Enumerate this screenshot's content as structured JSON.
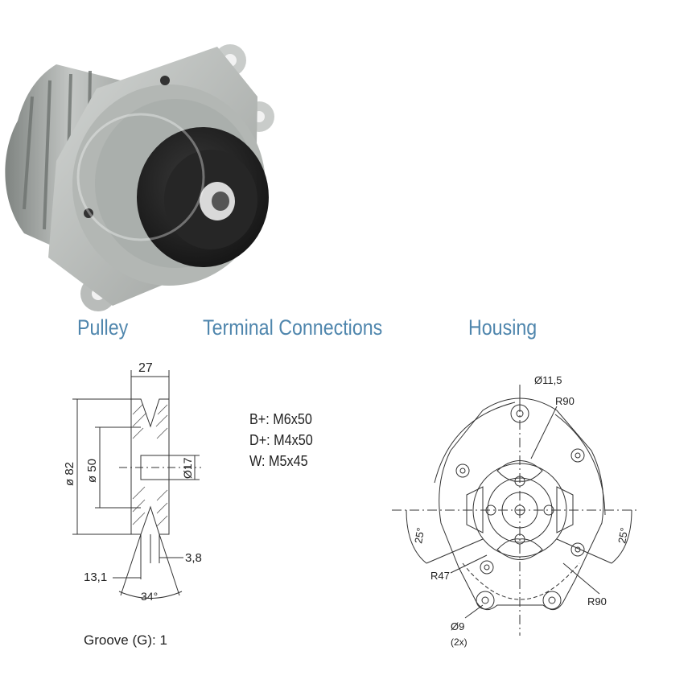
{
  "headings": {
    "pulley": "Pulley",
    "terminal": "Terminal Connections",
    "housing": "Housing"
  },
  "terminals": [
    {
      "label": "B+: M6x50"
    },
    {
      "label": "D+: M4x50"
    },
    {
      "label": "W: M5x45"
    }
  ],
  "pulley_dims": {
    "width": "27",
    "outer_diameter": "ø 82",
    "inner_diameter": "ø 50",
    "bore": "Ø17",
    "offset": "13,1",
    "groove_width": "3,8",
    "angle": "34°"
  },
  "groove_label": "Groove (G): 1",
  "housing_dims": {
    "hole_top": "Ø11,5",
    "radius_top": "R90",
    "radius_left": "R47",
    "radius_right": "R90",
    "angle_left": "25°",
    "angle_right": "25°",
    "hole_bottom": "Ø9",
    "hole_count": "(2x)"
  },
  "colors": {
    "heading": "#4f86ad",
    "alternator_body": "#b7bab8",
    "pulley": "#1e1e1e"
  }
}
